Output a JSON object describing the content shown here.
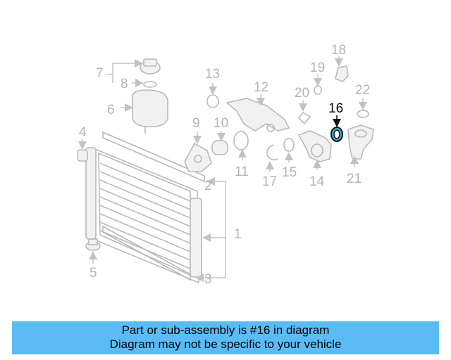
{
  "part_labels": [
    "1",
    "2",
    "3",
    "4",
    "5",
    "6",
    "7",
    "8",
    "9",
    "10",
    "11",
    "12",
    "13",
    "14",
    "15",
    "17",
    "18",
    "19",
    "20",
    "21",
    "22"
  ],
  "highlighted_part": "16",
  "banner": {
    "line1": "Part or sub-assembly is #16 in diagram",
    "line2": "Diagram may not be specific to your vehicle"
  },
  "colors": {
    "banner_bg": "#5bbcf5",
    "highlight_part": "#3aaee6",
    "muted_line": "#b9b9b9"
  }
}
